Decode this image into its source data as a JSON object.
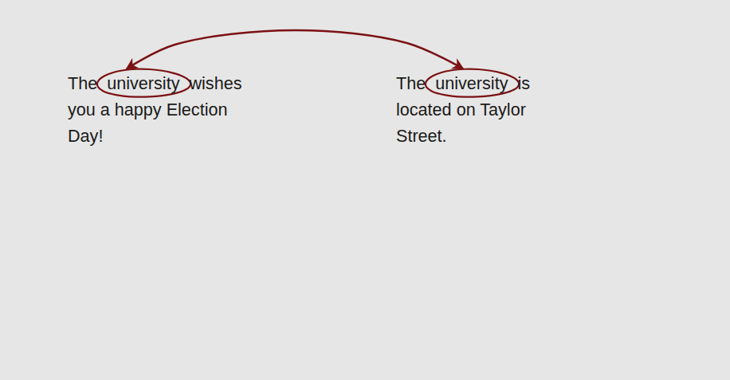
{
  "diagram": {
    "nodes": [
      {
        "text": [
          "The",
          "wishes you a happy Election Day!"
        ]
      },
      {
        "text": [
          "university"
        ],
        "in": 0
      },
      {
        "text": [
          "The",
          "is located on Taylor Street."
        ]
      },
      {
        "text": [
          "university"
        ],
        "in": 2
      }
    ],
    "edges": [
      {
        "from": 1,
        "to": 3,
        "arrow": "both"
      }
    ]
  }
}
